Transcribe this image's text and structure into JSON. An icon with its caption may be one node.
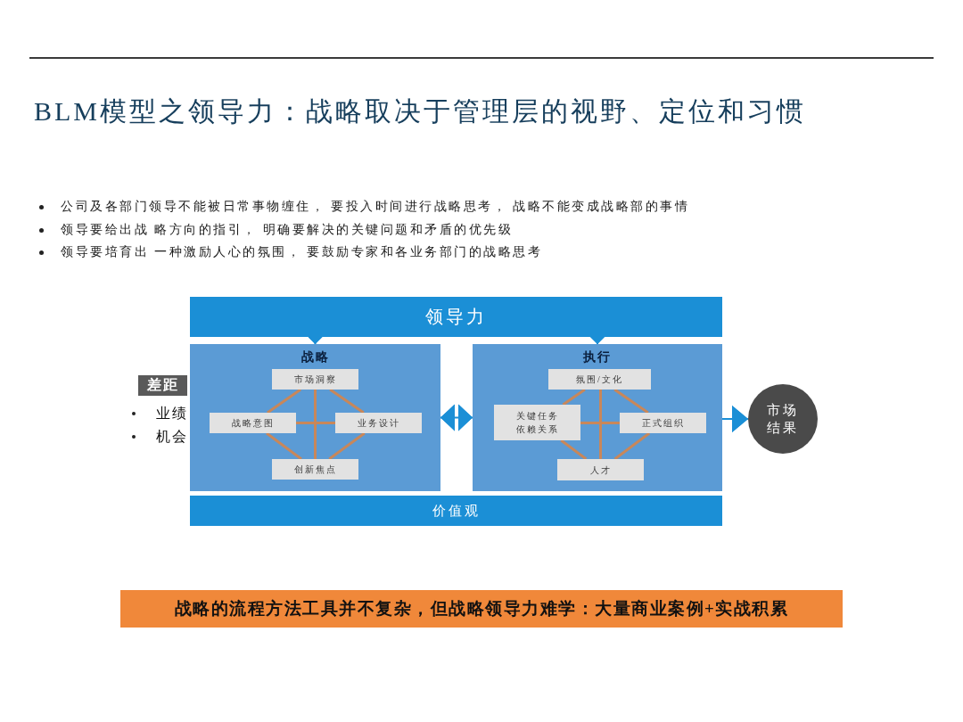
{
  "diagram": {
    "title": "BLM模型之领导力：战略取决于管理层的视野、定位和习惯",
    "nodes": [
      {
        "text": [
          "领导力"
        ]
      },
      {
        "text": [
          "差距"
        ],
        "beside": [
          "业绩",
          "机会"
        ]
      },
      {
        "text": [
          "战略"
        ]
      },
      {
        "text": [
          "市场洞察"
        ],
        "in": 2
      },
      {
        "text": [
          "战略意图"
        ],
        "in": 2
      },
      {
        "text": [
          "业务设计"
        ],
        "in": 2
      },
      {
        "text": [
          "创新焦点"
        ],
        "in": 2
      },
      {
        "text": [
          "执行"
        ]
      },
      {
        "text": [
          "氛围/文化"
        ],
        "in": 7
      },
      {
        "text": [
          "关键任务依赖关系"
        ],
        "in": 7
      },
      {
        "text": [
          "正式组织"
        ],
        "in": 7
      },
      {
        "text": [
          "人才"
        ],
        "in": 7
      },
      {
        "text": [
          "市场结果"
        ]
      },
      {
        "text": [
          "价值观"
        ]
      },
      {
        "text": [
          "战略的流程方法工具并不复杂，但战略领导力难学：大量商业案例+实战积累"
        ]
      }
    ],
    "edges": [
      {
        "from": 0,
        "to": 2,
        "arrow": "to",
        "color": "#1b8fd6"
      },
      {
        "from": 0,
        "to": 7,
        "arrow": "to",
        "color": "#1b8fd6"
      },
      {
        "from": 3,
        "to": 4,
        "arrow": "none"
      },
      {
        "from": 3,
        "to": 5,
        "arrow": "none"
      },
      {
        "from": 4,
        "to": 6,
        "arrow": "none"
      },
      {
        "from": 5,
        "to": 6,
        "arrow": "none"
      },
      {
        "from": 3,
        "to": 6,
        "arrow": "none"
      },
      {
        "from": 4,
        "to": 5,
        "arrow": "none"
      },
      {
        "from": 8,
        "to": 9,
        "arrow": "none"
      },
      {
        "from": 8,
        "to": 10,
        "arrow": "none"
      },
      {
        "from": 9,
        "to": 11,
        "arrow": "none"
      },
      {
        "from": 10,
        "to": 11,
        "arrow": "none"
      },
      {
        "from": 8,
        "to": 11,
        "arrow": "none"
      },
      {
        "from": 9,
        "to": 10,
        "arrow": "none"
      },
      {
        "from": 2,
        "to": 7,
        "arrow": "both",
        "color": "#1b8fd6"
      },
      {
        "from": 7,
        "to": 12,
        "arrow": "to",
        "color": "#1b8fd6"
      }
    ],
    "labels": [
      "公司及各部门领导不能被日常事物缠住， 要投入时间进行战略思考， 战略不能变成战略部的事情",
      "领导要给出战 略方向的指引， 明确要解决的关键问题和矛盾的优先级",
      "领导要培育出 一种激励人心的氛围， 要鼓励专家和各业务部门的战略思考"
    ]
  }
}
